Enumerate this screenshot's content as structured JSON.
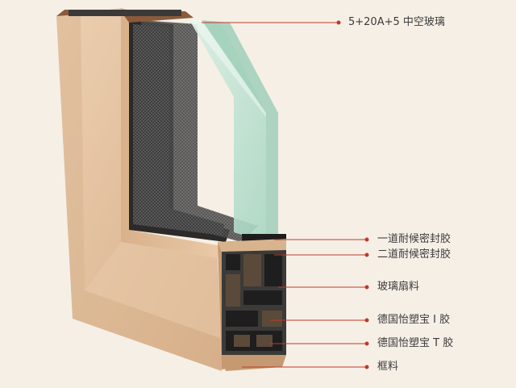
{
  "image": {
    "description_visible": false
  },
  "colors": {
    "background": "#f6efe6",
    "leader_line": "#c0392b",
    "wood": "#e3c2a0",
    "aluminium_core": "#3b3a38",
    "glass": "#bfe0d0",
    "gasket": "#1d1d1d"
  },
  "labels": {
    "glass": "5+20A+5 中空玻璃",
    "seal_1": "一道耐候密封胶",
    "seal_2": "二道耐候密封胶",
    "sash": "玻璃扇料",
    "gasket_1": "德国怡塑宝 I 胶",
    "gasket_2": "德国怡塑宝 T 胶",
    "frame": "框料"
  }
}
